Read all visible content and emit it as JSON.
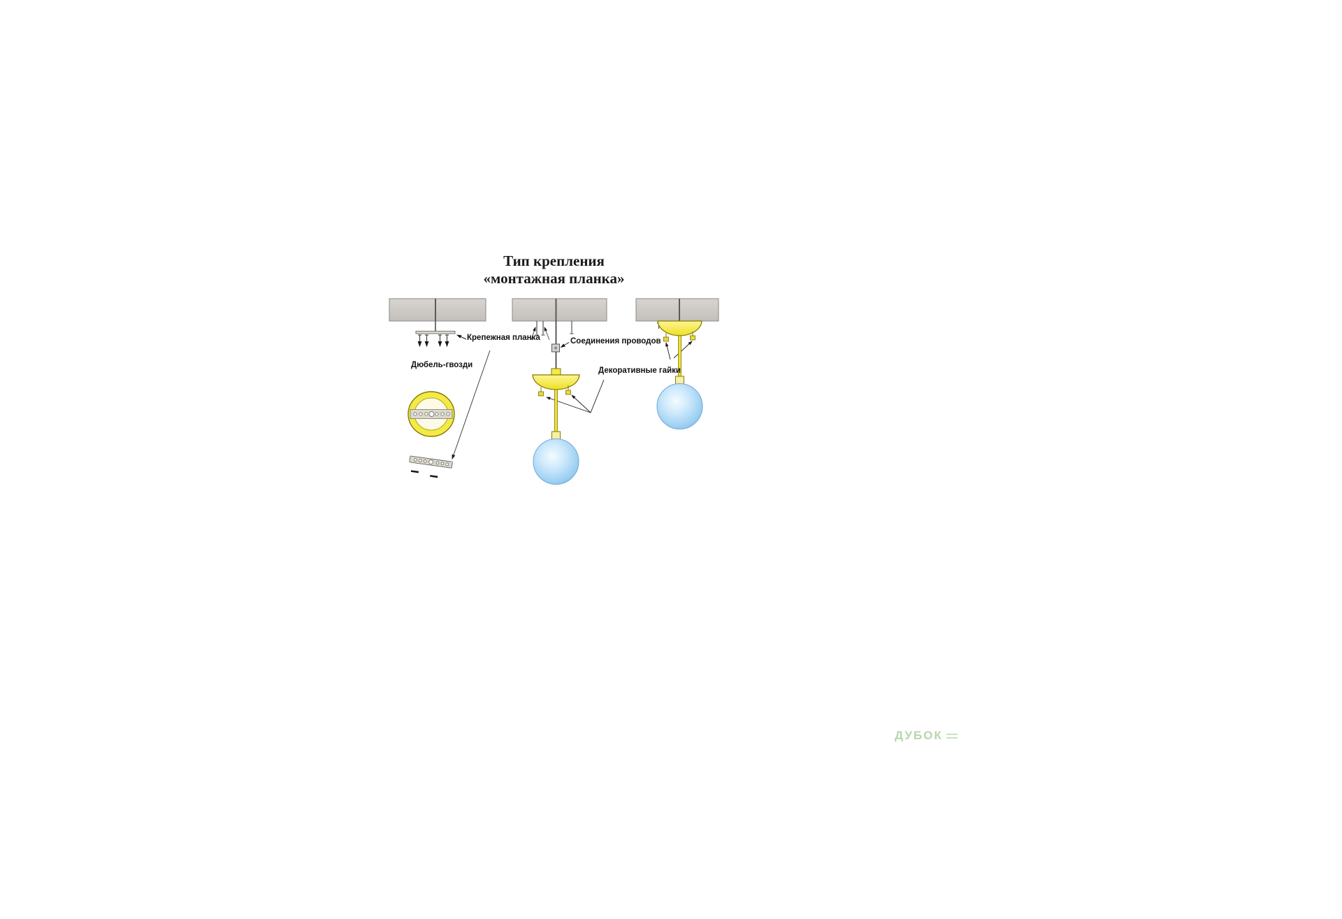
{
  "title": {
    "line1": "Тип крепления",
    "line2": "«монтажная планка»"
  },
  "annotations": {
    "mounting_plate": "Крепежная планка",
    "dowel_nails": "Дюбель-гвозди",
    "wire_connections": "Соединения проводов",
    "decorative_nuts": "Декоративные гайки"
  },
  "watermark": {
    "text": "ДУБОК"
  },
  "colors": {
    "ceiling_gray": "#cdc9c5",
    "canopy_yellow": "#f2e73e",
    "ball_blue": "#9ed1f3",
    "line_black": "#1a1a1a",
    "watermark_green": "#b7d7aa"
  }
}
